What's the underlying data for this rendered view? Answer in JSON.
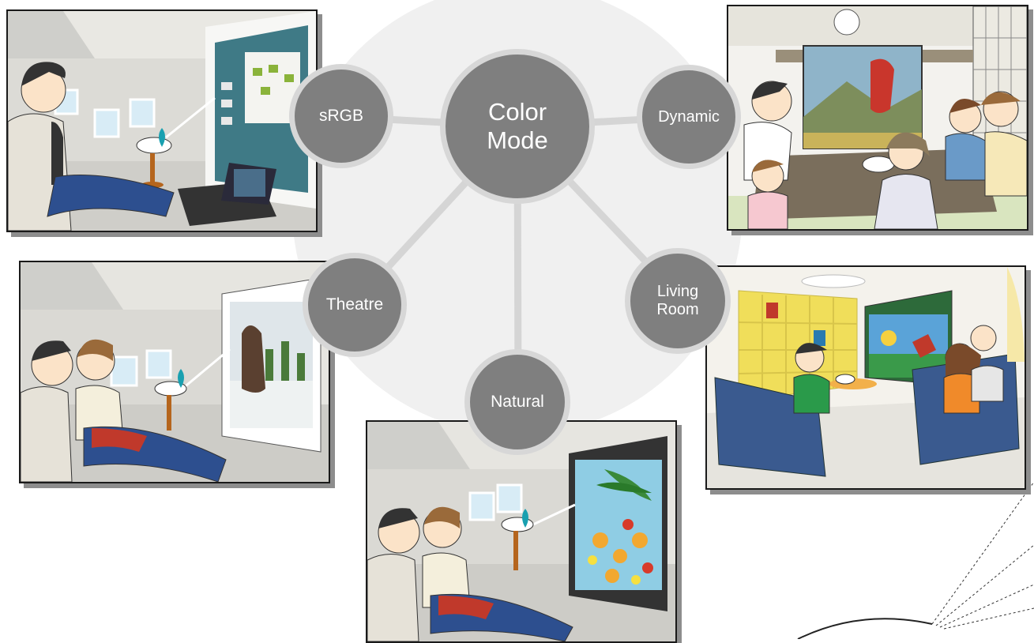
{
  "diagram": {
    "center": {
      "label": "Color\nMode"
    },
    "modes": [
      {
        "key": "srgb",
        "label": "sRGB"
      },
      {
        "key": "dynamic",
        "label": "Dynamic"
      },
      {
        "key": "theatre",
        "label": "Theatre"
      },
      {
        "key": "living",
        "label": "Living\nRoom"
      },
      {
        "key": "natural",
        "label": "Natural"
      }
    ]
  },
  "colors": {
    "bubble_fill": "#7f7f7f",
    "bubble_ring": "#d7d7d7",
    "connector": "#d5d5d5",
    "halo": "#efefef",
    "wall_teal": "#3f7a86",
    "sofa_blue": "#3a5a8f",
    "bookshelf_yellow": "#f0de5a"
  }
}
